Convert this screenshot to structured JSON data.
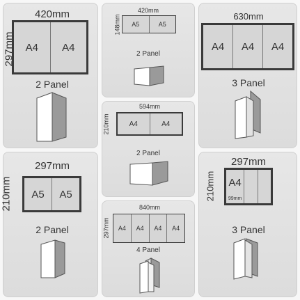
{
  "cards": {
    "c1": {
      "width": "420mm",
      "height": "297mm",
      "panels": [
        "A4",
        "A4"
      ],
      "fold": "2 Panel"
    },
    "c2": {
      "width": "420mm",
      "height": "148mm",
      "panels": [
        "A5",
        "A5"
      ],
      "fold": "2 Panel"
    },
    "c3": {
      "width": "630mm",
      "panels": [
        "A4",
        "A4",
        "A4"
      ],
      "fold": "3 Panel"
    },
    "c4": {
      "width": "594mm",
      "height": "210mm",
      "panels": [
        "A4",
        "A4"
      ],
      "fold": "2 Panel"
    },
    "c5": {
      "width": "297mm",
      "height": "210mm",
      "panels": [
        "A5",
        "A5"
      ],
      "fold": "2 Panel"
    },
    "c6": {
      "width": "297mm",
      "height": "210mm",
      "panel": "A4",
      "inner_width": "99mm",
      "fold": "3 Panel"
    },
    "c7": {
      "width": "840mm",
      "height": "297mm",
      "panels": [
        "A4",
        "A4",
        "A4",
        "A4"
      ],
      "fold": "4 Panel"
    }
  }
}
